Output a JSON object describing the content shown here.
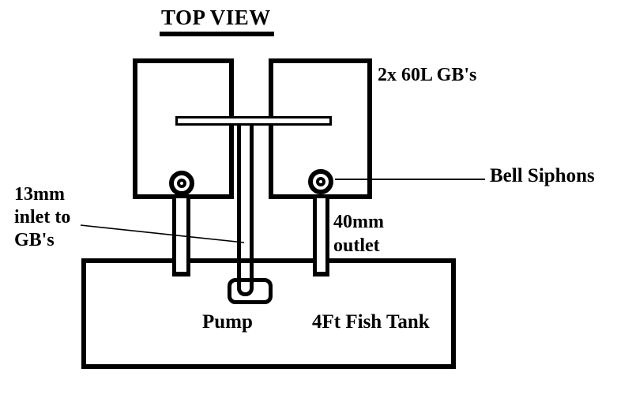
{
  "diagram": {
    "title": "TOP VIEW",
    "labels": {
      "grow_beds": "2x 60L GB's",
      "bell_siphons": "Bell Siphons",
      "inlet": "13mm\ninlet to\nGB's",
      "outlet": "40mm\noutlet",
      "pump": "Pump",
      "fish_tank": "4Ft Fish Tank"
    },
    "components": {
      "grow_bed_count": 2,
      "grow_bed_volume": "60L",
      "inlet_size": "13mm",
      "outlet_size": "40mm",
      "tank_size": "4Ft"
    },
    "colors": {
      "line": "#000000",
      "background": "#ffffff"
    }
  }
}
